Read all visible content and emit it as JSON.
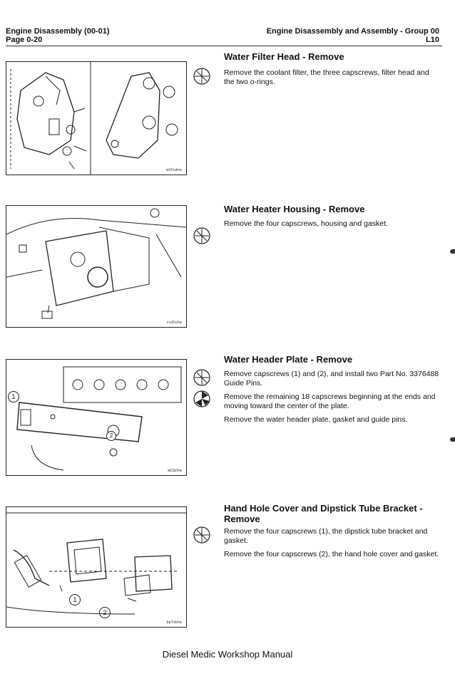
{
  "header": {
    "left_line1": "Engine Disassembly (00-01)",
    "left_line2": "Page 0-20",
    "right_line1": "Engine Disassembly and Assembly - Group 00",
    "right_line2": "L10"
  },
  "sections": [
    {
      "title": "Water Filter Head - Remove",
      "figure_code": "wf2hdrre",
      "steps": [
        "Remove the coolant filter, the three capscrews, filter head and the two o-rings."
      ]
    },
    {
      "title": "Water Heater Housing - Remove",
      "figure_code": "cn2hshe",
      "steps": [
        "Remove the four capscrews, housing and gasket."
      ]
    },
    {
      "title": "Water Header Plate - Remove",
      "figure_code": "wt2plhe",
      "steps": [
        "Remove capscrews (1) and (2), and install two Part No. 3376488 Guide Pins.",
        "Remove the remaining 18 capscrews beginning at the ends and moving toward the center of the plate.",
        "Remove the water header plate, gasket and guide pins."
      ]
    },
    {
      "title_line1": "Hand Hole Cover and Dipstick Tube Bracket -",
      "title_line2": "Remove",
      "figure_code": "bp7dshe",
      "steps": [
        "Remove the four capscrews (1), the dipstick tube bracket and gasket.",
        "Remove the four capscrews (2), the hand hole cover and gasket."
      ]
    }
  ],
  "callouts": [
    "1",
    "2"
  ],
  "footer": "Diesel Medic Workshop Manual"
}
